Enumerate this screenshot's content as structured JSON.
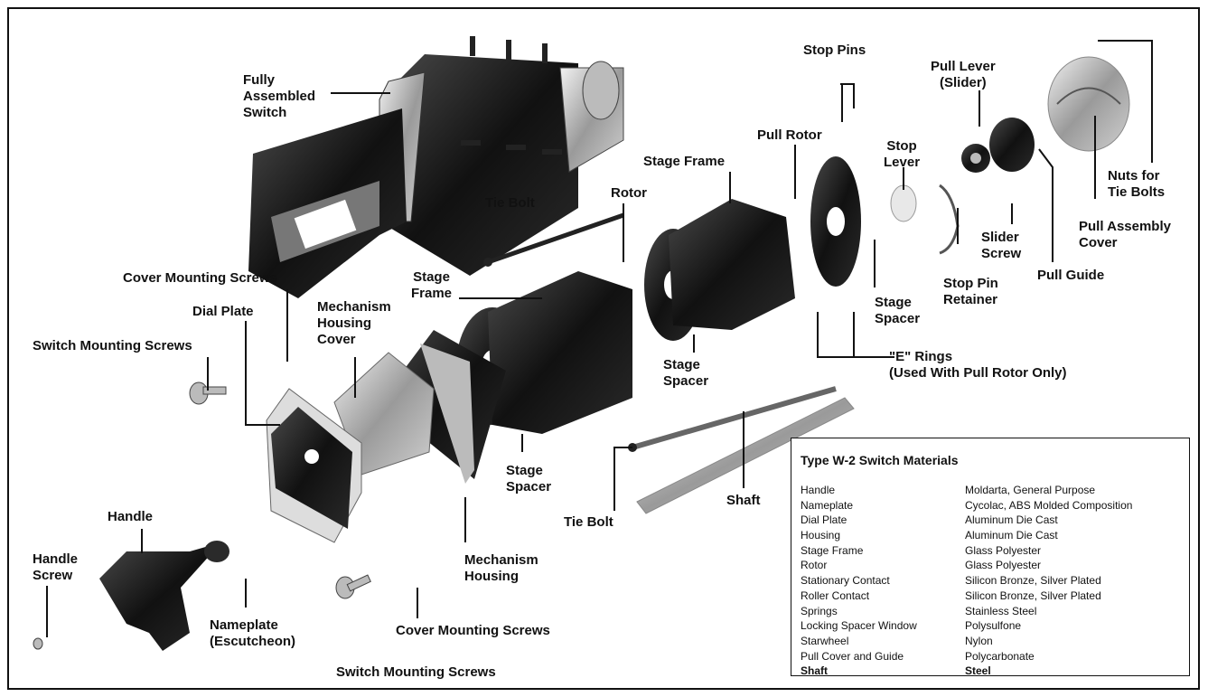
{
  "labels": {
    "fully_assembled_switch": "Fully\nAssembled\nSwitch",
    "stop_pins": "Stop Pins",
    "pull_lever": "Pull Lever\n(Slider)",
    "stop_lever": "Stop\nLever",
    "pull_rotor": "Pull Rotor",
    "stage_frame_top": "Stage Frame",
    "rotor": "Rotor",
    "tie_bolt_top": "Tie Bolt",
    "nuts_for_tie_bolts": "Nuts for\nTie Bolts",
    "pull_assembly_cover": "Pull Assembly\nCover",
    "slider_screw": "Slider\nScrew",
    "pull_guide": "Pull Guide",
    "stop_pin_retainer": "Stop Pin\nRetainer",
    "stage_spacer_right": "Stage\nSpacer",
    "e_rings": "\"E\" Rings\n(Used With Pull Rotor Only)",
    "cover_mounting_screws_top": "Cover Mounting Screws",
    "stage_frame_left": "Stage\nFrame",
    "mechanism_housing_cover": "Mechanism\nHousing\nCover",
    "dial_plate": "Dial Plate",
    "switch_mounting_screws_left": "Switch Mounting Screws",
    "stage_spacer_middle": "Stage\nSpacer",
    "stage_spacer_bottom": "Stage\nSpacer",
    "tie_bolt_bottom": "Tie Bolt",
    "shaft": "Shaft",
    "handle": "Handle",
    "handle_screw": "Handle\nScrew",
    "mechanism_housing": "Mechanism\nHousing",
    "nameplate": "Nameplate\n(Escutcheon)",
    "cover_mounting_screws_bottom": "Cover Mounting Screws",
    "switch_mounting_screws_bottom": "Switch Mounting Screws"
  },
  "materials_table": {
    "title": "Type W-2 Switch Materials",
    "rows": [
      {
        "part": "Handle",
        "material": "Moldarta, General Purpose"
      },
      {
        "part": "Nameplate",
        "material": "Cycolac, ABS Molded Composition"
      },
      {
        "part": "Dial Plate",
        "material": "Aluminum Die Cast"
      },
      {
        "part": "Housing",
        "material": "Aluminum Die Cast"
      },
      {
        "part": "Stage Frame",
        "material": "Glass Polyester"
      },
      {
        "part": "Rotor",
        "material": "Glass Polyester"
      },
      {
        "part": "Stationary Contact",
        "material": "Silicon Bronze, Silver Plated"
      },
      {
        "part": "Roller Contact",
        "material": "Silicon Bronze, Silver Plated"
      },
      {
        "part": "Springs",
        "material": "Stainless Steel"
      },
      {
        "part": "Locking Spacer Window",
        "material": "Polysulfone"
      },
      {
        "part": "Starwheel",
        "material": "Nylon"
      },
      {
        "part": "Pull Cover and Guide",
        "material": "Polycarbonate"
      },
      {
        "part": "Shaft",
        "material": "Steel"
      }
    ]
  },
  "colors": {
    "ink": "#111111",
    "part_dark": "#1a1a1a",
    "part_mid": "#7a7a7a",
    "part_light": "#d9d9d9"
  }
}
